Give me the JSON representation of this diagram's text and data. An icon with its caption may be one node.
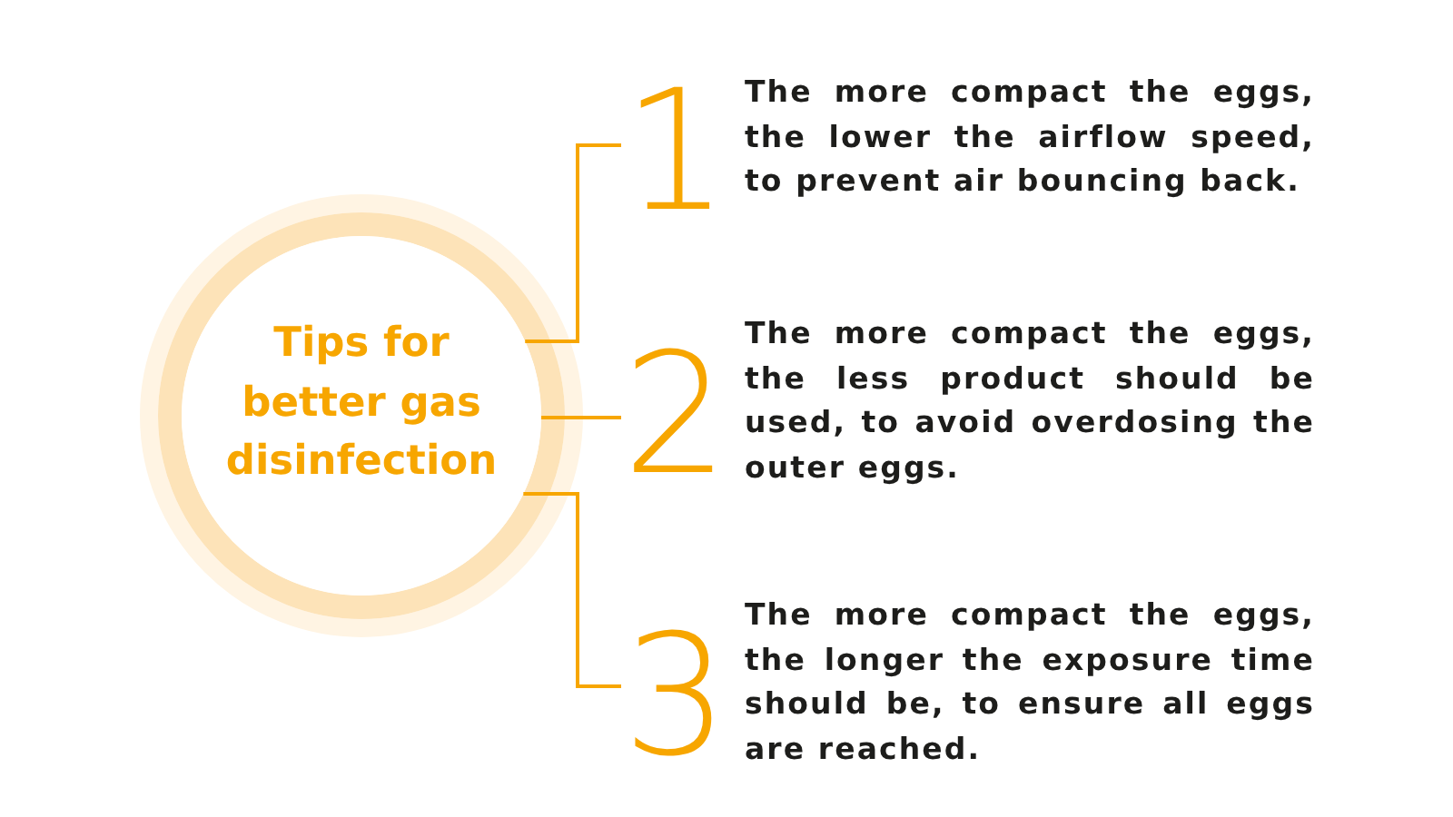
{
  "diagram": {
    "nodes": [
      {
        "text": [
          "Tips for better gas disinfection"
        ]
      },
      {
        "text": [
          "1",
          "The more compact the eggs, the lower the airflow speed, to prevent air bouncing back."
        ]
      },
      {
        "text": [
          "2",
          "The more compact the eggs, the less product should be used, to avoid overdosing the outer eggs."
        ]
      },
      {
        "text": [
          "3",
          "The more compact the eggs, the longer the exposure time should be, to ensure all eggs are reached."
        ]
      }
    ],
    "edges": [
      {
        "from": 0,
        "to": 1,
        "arrow": "none"
      },
      {
        "from": 0,
        "to": 2,
        "arrow": "none"
      },
      {
        "from": 0,
        "to": 3,
        "arrow": "none"
      }
    ]
  }
}
